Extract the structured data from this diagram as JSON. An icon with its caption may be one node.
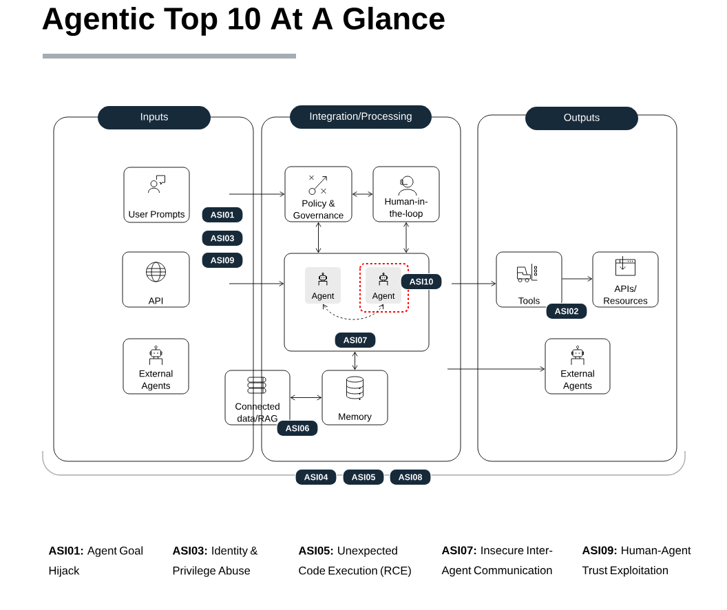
{
  "diagram": {
    "title": "Agentic Top 10 At A Glance",
    "nodes": [
      {
        "text": [
          "Inputs"
        ]
      },
      {
        "text": [
          "Integration/Processing"
        ]
      },
      {
        "text": [
          "Outputs"
        ]
      },
      {
        "text": [
          "User Prompts"
        ],
        "in": 0
      },
      {
        "text": [
          "API"
        ],
        "in": 0
      },
      {
        "text": [
          "External Agents"
        ],
        "in": 0
      },
      {
        "text": [
          "Policy & Governance"
        ],
        "in": 1
      },
      {
        "text": [
          "Human-in-the-loop"
        ],
        "in": 1
      },
      {
        "text": [],
        "shape": "box",
        "in": 1
      },
      {
        "text": [
          "Agent"
        ],
        "in": 8
      },
      {
        "text": [
          "Agent"
        ],
        "in": 8
      },
      {
        "text": [
          "Connected data/RAG"
        ]
      },
      {
        "text": [
          "Memory"
        ],
        "in": 1
      },
      {
        "text": [
          "Tools"
        ],
        "in": 2
      },
      {
        "text": [
          "APIs/ Resources"
        ],
        "in": 2
      },
      {
        "text": [
          "External Agents"
        ],
        "in": 2
      }
    ],
    "edges": [
      {
        "from": null,
        "to": 6,
        "arrow": "to"
      },
      {
        "from": null,
        "to": 8,
        "arrow": "to"
      },
      {
        "from": 6,
        "to": 7,
        "arrow": "both"
      },
      {
        "from": 6,
        "to": 8,
        "arrow": "both"
      },
      {
        "from": 7,
        "to": 8,
        "arrow": "both"
      },
      {
        "from": 10,
        "to": 9,
        "arrow": "both",
        "style": "dashed"
      },
      {
        "from": 8,
        "to": 12,
        "arrow": "both"
      },
      {
        "from": 11,
        "to": 12,
        "arrow": "both"
      },
      {
        "from": null,
        "to": 13,
        "arrow": "to"
      },
      {
        "from": 13,
        "to": 14,
        "arrow": "to"
      },
      {
        "from": null,
        "to": 15,
        "arrow": "to"
      }
    ],
    "labels": [
      "ASI01",
      "ASI03",
      "ASI09",
      "ASI10",
      "ASI02",
      "ASI07",
      "ASI06",
      "ASI04",
      "ASI05",
      "ASI08",
      "**ASI01:** Agent Goal Hijack",
      "**ASI03:** Identity & Privilege Abuse",
      "**ASI05:** Unexpected Code Execution (RCE)",
      "**ASI07:** Insecure Inter-Agent Communication",
      "**ASI09:** Human-Agent Trust Exploitation"
    ]
  }
}
